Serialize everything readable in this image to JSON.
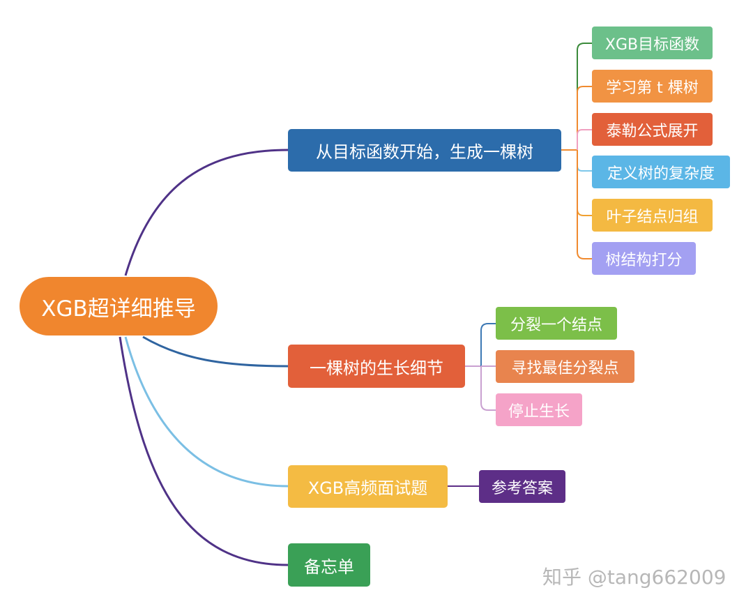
{
  "mindmap": {
    "root": {
      "label": "XGB超详细推导",
      "color": "#f0862e"
    },
    "branches": [
      {
        "label": "从目标函数开始，生成一棵树",
        "color": "#2c6cab",
        "line_color": "#4f3287",
        "children": [
          {
            "label": "XGB目标函数",
            "color": "#6cc08a",
            "line_color": "#3a8a3a"
          },
          {
            "label": "学习第 t 棵树",
            "color": "#f19343",
            "line_color": "#f08a2e"
          },
          {
            "label": "泰勒公式展开",
            "color": "#e2603a",
            "line_color": "#f0a0c0"
          },
          {
            "label": "定义树的复杂度",
            "color": "#5bb6e6",
            "line_color": "#7dc7ea"
          },
          {
            "label": "叶子结点归组",
            "color": "#f4b942",
            "line_color": "#f0a030"
          },
          {
            "label": "树结构打分",
            "color": "#a3a0f2",
            "line_color": "#f08a2e"
          }
        ]
      },
      {
        "label": "一棵树的生长细节",
        "color": "#e2603a",
        "line_color": "#2f64a0",
        "children": [
          {
            "label": "分裂一个结点",
            "color": "#7cbf49",
            "line_color": "#3c78b4"
          },
          {
            "label": "寻找最佳分裂点",
            "color": "#e8844e",
            "line_color": "#c9a0d0"
          },
          {
            "label": "停止生长",
            "color": "#f5a3c8",
            "line_color": "#c9a0d0"
          }
        ]
      },
      {
        "label": "XGB高频面试题",
        "color": "#f4bb43",
        "line_color": "#7bbfe4",
        "children": [
          {
            "label": "参考答案",
            "color": "#5d2e87",
            "line_color": "#5d2e87"
          }
        ]
      },
      {
        "label": "备忘单",
        "color": "#3aa056",
        "line_color": "#4f3287",
        "children": []
      }
    ]
  },
  "watermark": "知乎 @tang662009"
}
